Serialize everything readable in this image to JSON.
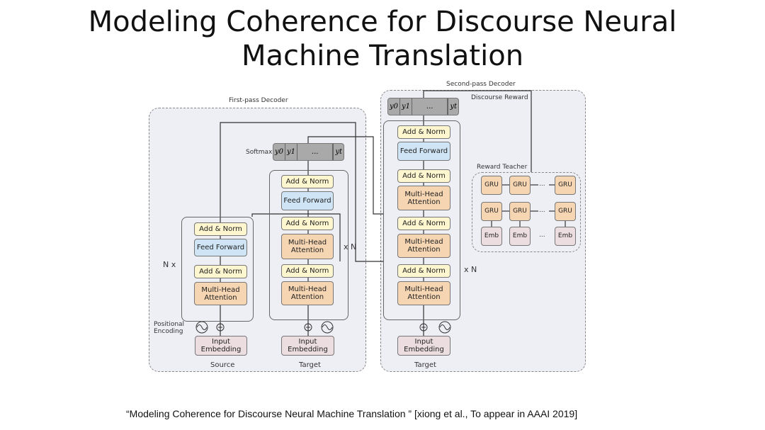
{
  "title_line1": "Modeling Coherence for Discourse Neural",
  "title_line2": "Machine Translation",
  "first_pass": {
    "label": "First-pass Decoder",
    "n_left": "N x",
    "n_right": "x N",
    "softmax": "Softmax",
    "pos_enc": "Positional Encoding",
    "source": "Source",
    "target": "Target"
  },
  "second_pass": {
    "label": "Second-pass Decoder",
    "discourse_reward": "Discourse Reward",
    "n": "x N",
    "target": "Target",
    "reward_teacher": "Reward Teacher"
  },
  "boxes": {
    "add_norm": "Add & Norm",
    "feed_forward": "Feed Forward",
    "mha": "Multi-Head Attention",
    "input_emb": "Input Embedding",
    "gru": "GRU",
    "emb": "Emb",
    "dots": "..."
  },
  "outputs": {
    "y0": "y0",
    "y1": "y1",
    "dots": "...",
    "yt": "yt"
  },
  "citation": "“Modeling Coherence for Discourse Neural Machine Translation ”  [xiong et al., To appear in AAAI 2019]"
}
